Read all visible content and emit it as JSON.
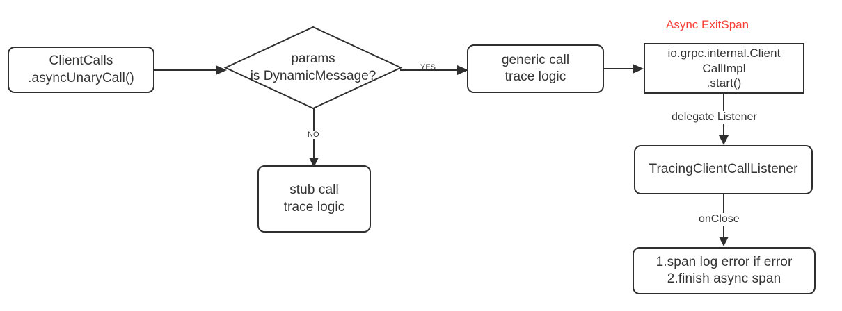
{
  "diagram": {
    "title_annotation": {
      "text": "Async ExitSpan",
      "color": "#f8403a"
    },
    "theme": {
      "stroke": "#2f2f2f",
      "text": "#333333",
      "background": "#ffffff",
      "accent": "#f8403a"
    },
    "nodes": {
      "client_calls": {
        "label": "ClientCalls\n.asyncUnaryCall()",
        "shape": "rounded-rect"
      },
      "decision": {
        "label": "params\nis DynamicMessage?",
        "shape": "diamond"
      },
      "stub_call": {
        "label": "stub call\ntrace logic",
        "shape": "rounded-rect"
      },
      "generic_call": {
        "label": "generic call\ntrace logic",
        "shape": "rounded-rect"
      },
      "grpc_client_call_impl": {
        "label": "io.grpc.internal.Client\nCallImpl\n.start()",
        "shape": "rect"
      },
      "tracing_listener": {
        "label": "TracingClientCallListener",
        "shape": "rounded-rect"
      },
      "finish_span": {
        "label": "1.span log error if error\n2.finish async span",
        "shape": "rounded-rect"
      }
    },
    "edges": [
      {
        "id": "client-to-decision",
        "label": ""
      },
      {
        "id": "decision-yes-to-generic",
        "label": "YES"
      },
      {
        "id": "decision-no-to-stub",
        "label": "NO"
      },
      {
        "id": "generic-to-grpc",
        "label": ""
      },
      {
        "id": "grpc-to-listener",
        "label": "delegate Listener"
      },
      {
        "id": "listener-to-finish",
        "label": "onClose"
      }
    ]
  }
}
